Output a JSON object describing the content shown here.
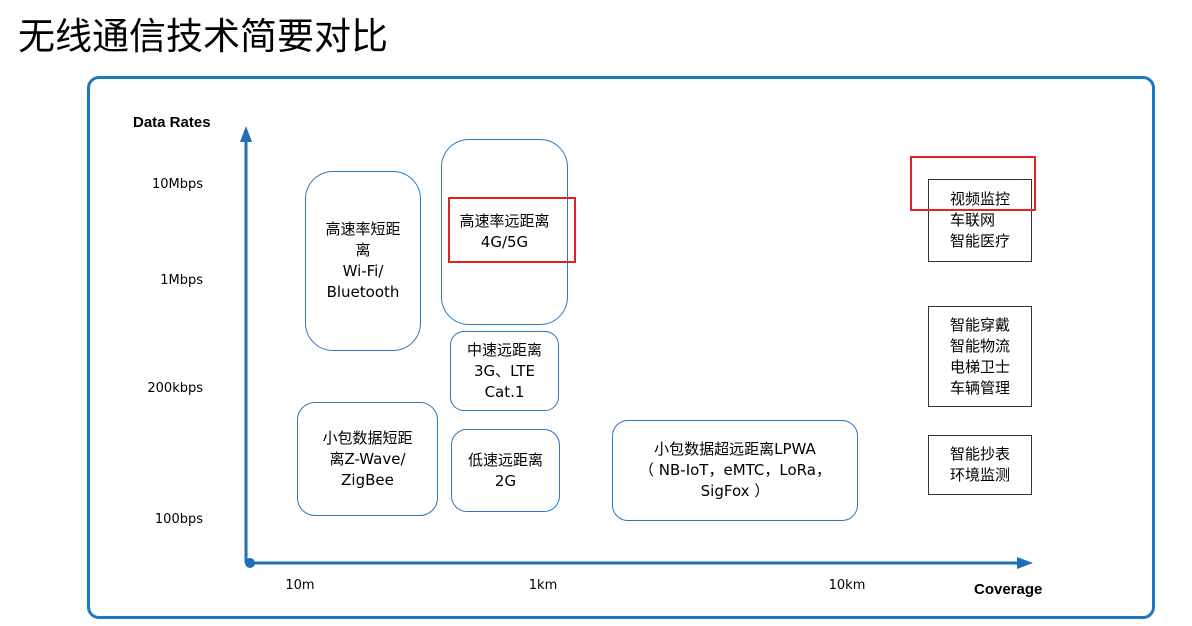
{
  "title": "无线通信技术简要对比",
  "axes": {
    "y_label": "Data Rates",
    "x_label": "Coverage",
    "y_ticks": [
      "10Mbps",
      "1Mbps",
      "200kbps",
      "100bps"
    ],
    "x_ticks": [
      "10m",
      "1km",
      "10km"
    ]
  },
  "colors": {
    "frame": "#1b78c2",
    "bubble_border": "#2a78bd",
    "highlight": "#e02424",
    "axis": "#1f6fba"
  },
  "technologies": [
    {
      "label": "高速率短距\n离\nWi-Fi/\nBluetooth"
    },
    {
      "label": "高速率远距离\n4G/5G"
    },
    {
      "label": "中速远距离\n3G、LTE\nCat.1"
    },
    {
      "label": "小包数据短距\n离Z-Wave/\nZigBee"
    },
    {
      "label": "低速远距离\n2G"
    },
    {
      "label": "小包数据超远距离LPWA\n（ NB-IoT，eMTC，LoRa，\nSigFox ）"
    }
  ],
  "applications": [
    {
      "label": "视频监控\n车联网\n智能医疗"
    },
    {
      "label": "智能穿戴\n智能物流\n电梯卫士\n车辆管理"
    },
    {
      "label": "智能抄表\n环境监测"
    }
  ]
}
